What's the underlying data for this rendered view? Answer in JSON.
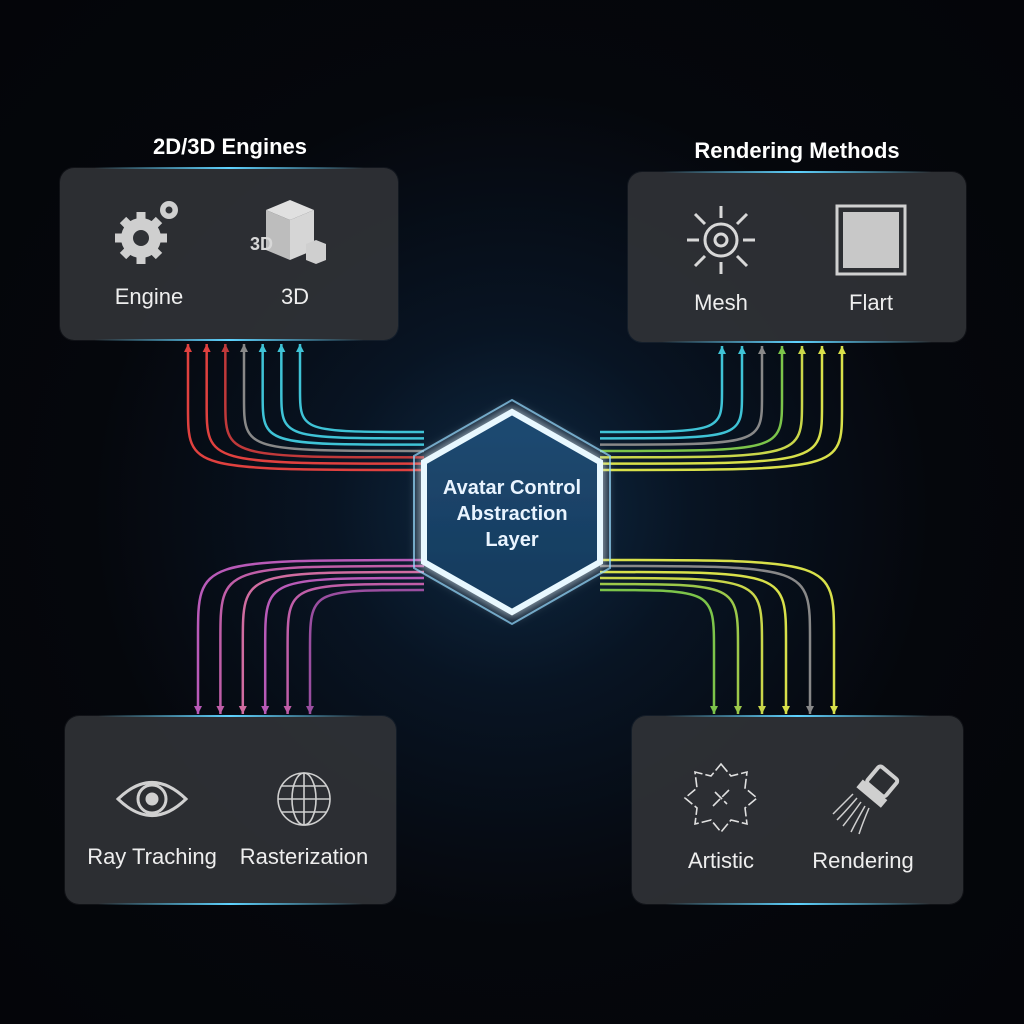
{
  "center": {
    "lines": [
      "Avatar Control",
      "Abstraction",
      "Layer"
    ]
  },
  "groups": [
    {
      "title": "2D/3D Engines",
      "items": [
        {
          "label": "Engine",
          "icon": "gear-icon"
        },
        {
          "label": "3D",
          "icon": "cube-3d-icon",
          "badge": "3D"
        }
      ]
    },
    {
      "title": "Rendering Methods",
      "items": [
        {
          "label": "Mesh",
          "icon": "mesh-icon"
        },
        {
          "label": "Flart",
          "icon": "frame-icon"
        }
      ]
    },
    {
      "title": "",
      "items": [
        {
          "label": "Ray Traching",
          "icon": "eye-icon"
        },
        {
          "label": "Rasterization",
          "icon": "globe-icon"
        }
      ]
    },
    {
      "title": "",
      "items": [
        {
          "label": "Artistic",
          "icon": "artistic-icon"
        },
        {
          "label": "Rendering",
          "icon": "brush-icon"
        }
      ]
    }
  ],
  "colors": {
    "tl": [
      "#e0413f",
      "#e0413f",
      "#c0393a",
      "#888888",
      "#3fc3d6",
      "#3fc3d6",
      "#3fc3d6"
    ],
    "tr": [
      "#3fc3d6",
      "#3fc3d6",
      "#888888",
      "#7cc44a",
      "#c9d64a",
      "#d8e04a",
      "#d8e04a"
    ],
    "bl": [
      "#b85ab8",
      "#c05ea8",
      "#d06ca0",
      "#b85ab8",
      "#c05ea8",
      "#9a4ea0"
    ],
    "br": [
      "#7cc44a",
      "#9cc84a",
      "#c9d64a",
      "#d8e04a",
      "#888888",
      "#d8e04a"
    ]
  }
}
